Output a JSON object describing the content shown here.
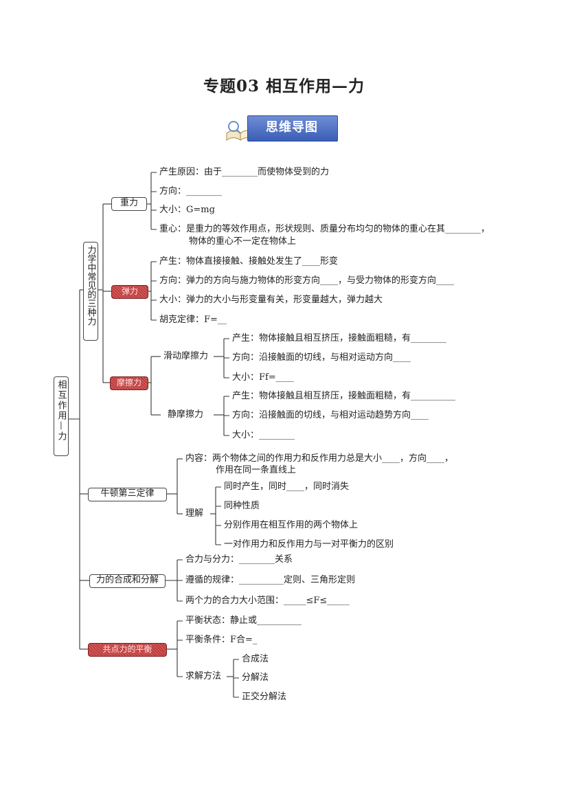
{
  "page": {
    "title": "专题03  相互作用—力",
    "badge": "思维导图"
  },
  "root": "相互作用—力",
  "forces_group": "力学中常见的三种力",
  "gravity": {
    "label": "重力",
    "cause": "产生原因：由于________而使物体受到的力",
    "direction": "方向：________",
    "magnitude": "大小：G=mg",
    "center": "重心：是重力的等效作用点，形状规则、质量分布均匀的物体的重心在其________，",
    "center_2": "物体的重心不一定在物体上"
  },
  "elastic": {
    "label": "弹力",
    "cause": "产生：物体直接接触、接触处发生了____形变",
    "direction": "方向：弹力的方向与施力物体的形变方向____，与受力物体的形变方向____",
    "magnitude": "大小：弹力的大小与形变量有关，形变量越大，弹力越大",
    "hooke": "胡克定律：F=__"
  },
  "friction": {
    "label": "摩擦力",
    "sliding": {
      "label": "滑动摩擦力",
      "cause": "产生：物体接触且相互挤压，接触面粗糙，有________",
      "direction": "方向：沿接触面的切线，与相对运动方向____",
      "magnitude": "大小：Ff=____"
    },
    "static": {
      "label": "静摩擦力",
      "cause": "产生：物体接触且相互挤压，接触面粗糙，有__________",
      "direction": "方向：沿接触面的切线，与相对运动趋势方向____",
      "magnitude": "大小：________"
    }
  },
  "newton3": {
    "label": "牛顿第三定律",
    "content": "内容：两个物体之间的作用力和反作用力总是大小____，方向____，",
    "content_2": "作用在同一条直线上",
    "understanding": "理解",
    "items": [
      "同时产生，同时____，同时消失",
      "同种性质",
      "分别作用在相互作用的两个物体上",
      "一对作用力和反作用力与一对平衡力的区别"
    ]
  },
  "composition": {
    "label": "力的合成和分解",
    "items": [
      "合力与分力：________关系",
      "遵循的规律：__________定则、三角形定则",
      "两个力的合力大小范围：_____≤F≤_____"
    ]
  },
  "equilibrium": {
    "label": "共点力的平衡",
    "state": "平衡状态：静止或__________",
    "condition": "平衡条件：F合=_",
    "methods_label": "求解方法",
    "methods": [
      "合成法",
      "分解法",
      "正交分解法"
    ]
  },
  "colors": {
    "badge": "#3a5db6",
    "highlight_box": "#c03a3a"
  }
}
